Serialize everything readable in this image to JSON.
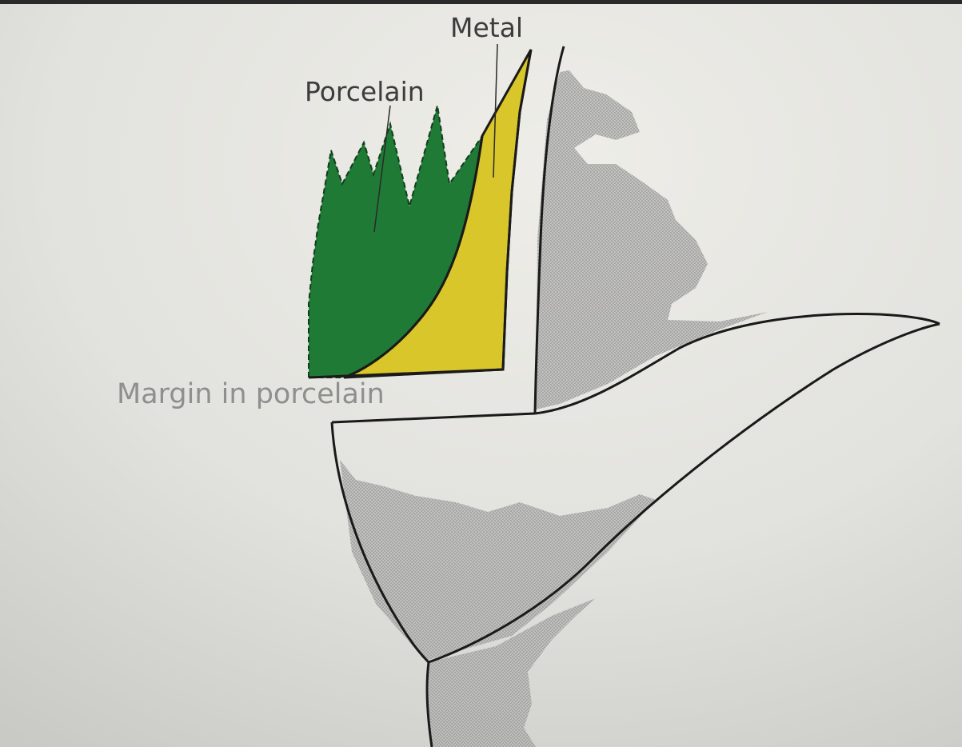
{
  "labels": {
    "metal": "Metal",
    "porcelain": "Porcelain",
    "margin": "Margin in porcelain"
  },
  "colors": {
    "porcelain_fill": "#1f7a35",
    "metal_fill": "#d9c62a",
    "outline": "#1a1a1a",
    "tooth_stipple": "#9a9a9a",
    "paper_light": "#ecebe5",
    "paper_shadow": "#c7c7c4"
  }
}
